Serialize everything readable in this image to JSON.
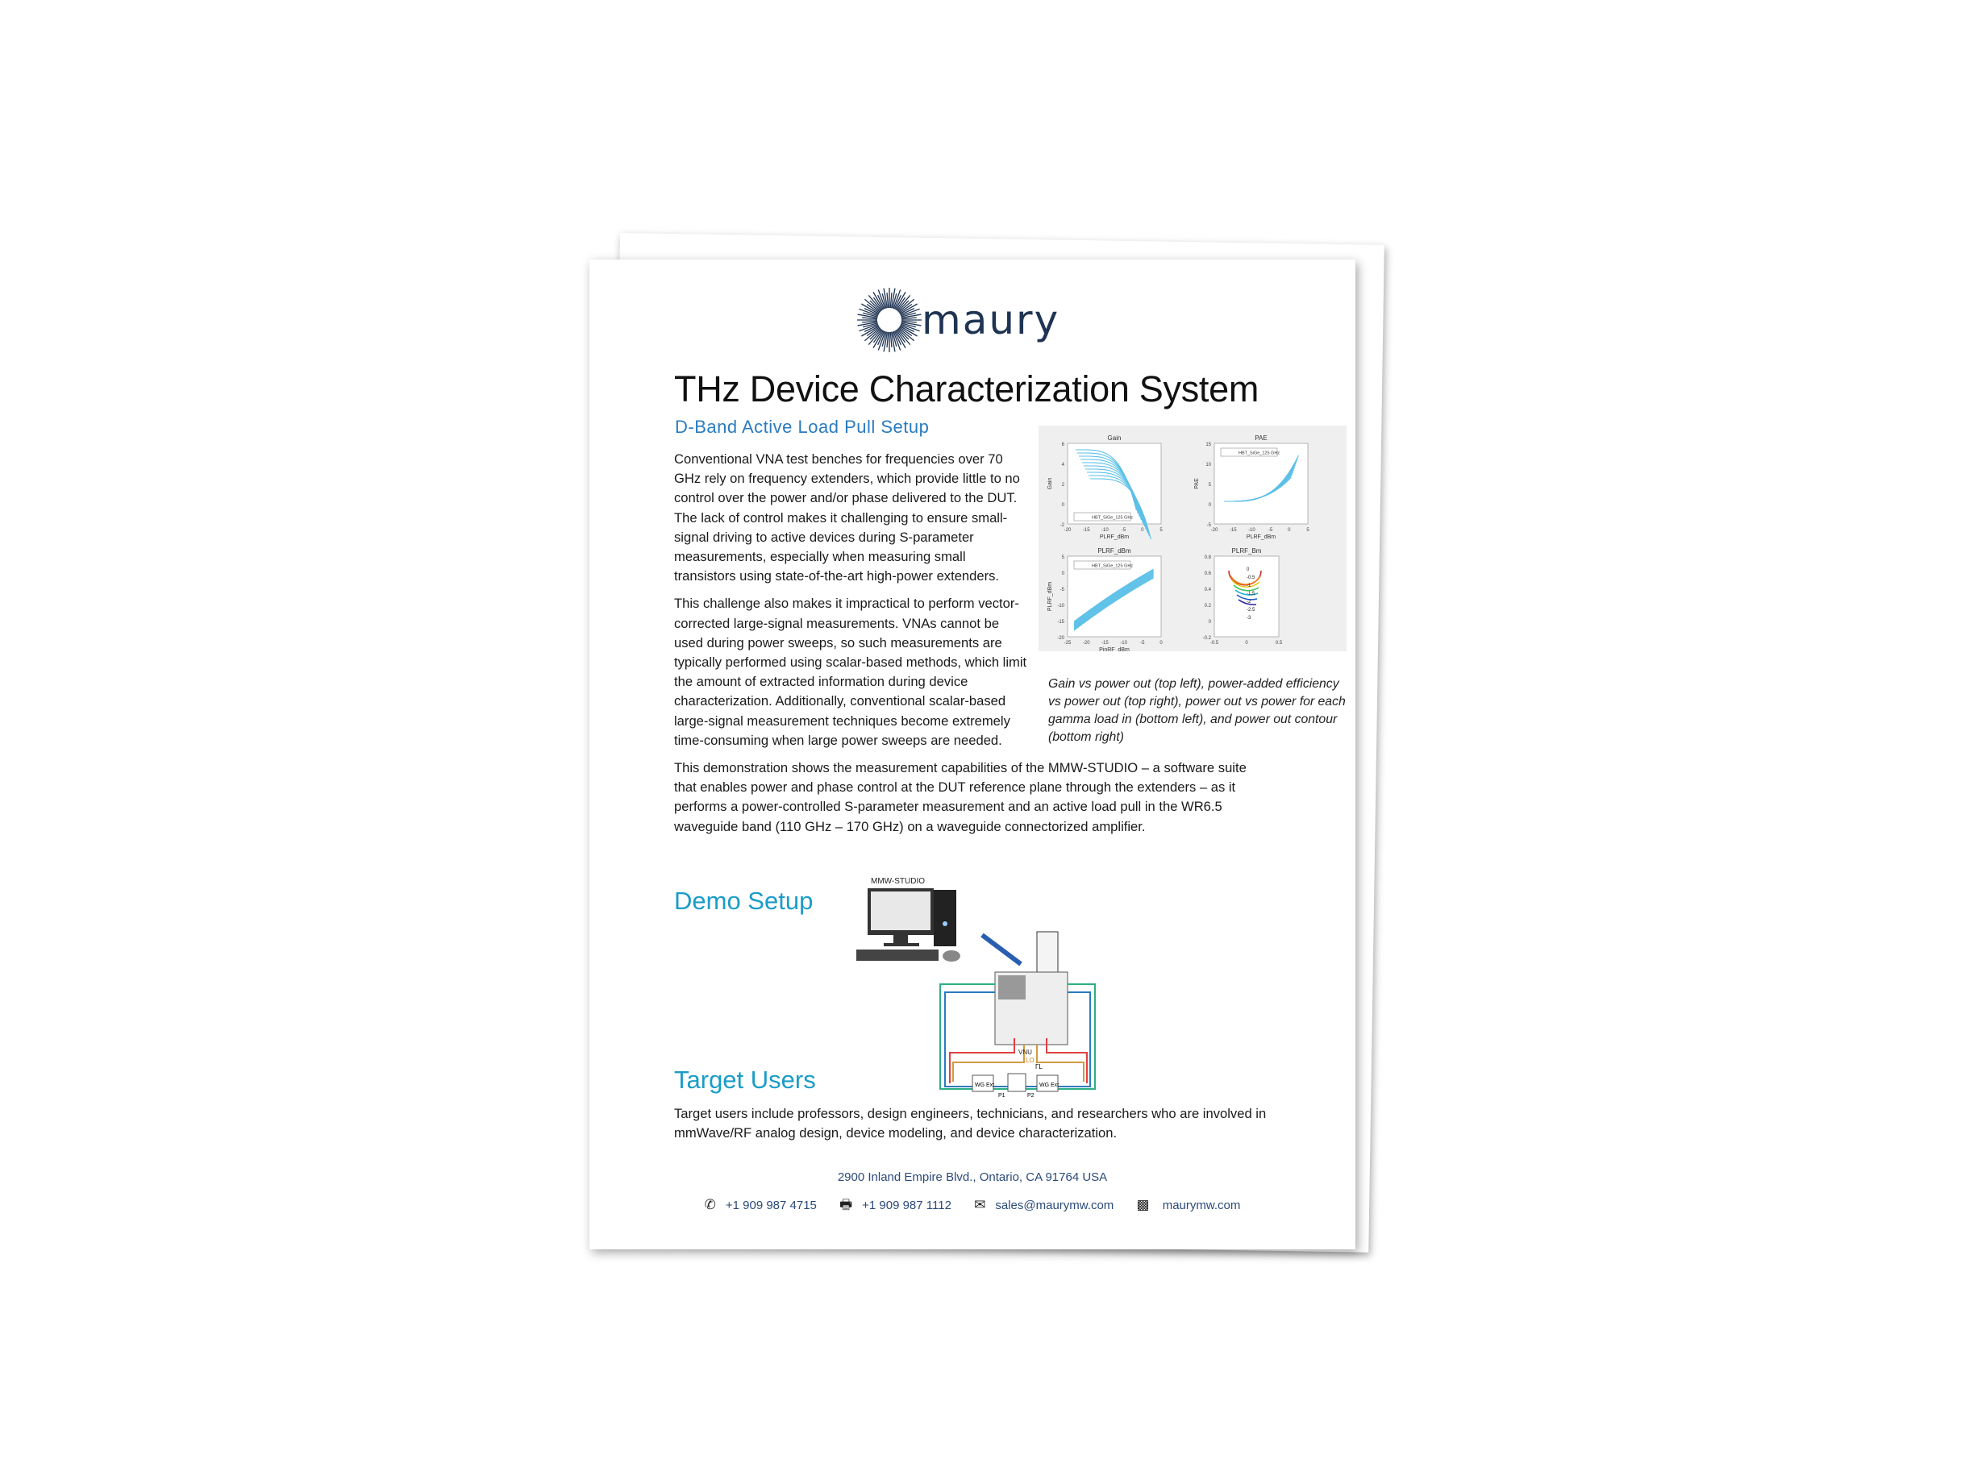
{
  "brand": {
    "name": "maury",
    "logo_color": "#1f3452"
  },
  "document": {
    "title": "THz Device Characterization System",
    "subtitle": "D-Band Active Load Pull Setup",
    "paragraphs": [
      "Conventional VNA test benches for frequencies over 70 GHz rely on frequency extenders, which provide little to no control over the power and/or phase delivered to the DUT. The lack of control makes it challenging to ensure small-signal driving to active devices during S-parameter measurements, especially when measuring small transistors using state-of-the-art high-power extenders.",
      "This challenge also makes it impractical to perform vector-corrected large-signal measurements. VNAs cannot be used during power sweeps, so such measurements are typically performed using scalar-based methods, which limit the amount of extracted information during device characterization. Additionally, conventional scalar-based large-signal measurement techniques become extremely time-consuming when large power sweeps are needed.",
      "This demonstration shows the measurement capabilities of the MMW-STUDIO – a software suite that enables power and phase control at the DUT reference plane through the extenders – as it performs a power-controlled S-parameter measurement and an active load pull in the WR6.5 waveguide band (110 GHz – 170 GHz) on a waveguide connectorized amplifier."
    ],
    "figure_caption": "Gain vs power out (top left), power-added efficiency vs power out (top right), power out vs power for each gamma load in (bottom left), and power out contour (bottom right)",
    "charts": [
      {
        "title": "Gain",
        "ylabel": "Gain",
        "xlabel": "PLRF_dBm",
        "legend": "HBT_SiGe_125 GHz",
        "xticks": [
          "-20",
          "-15",
          "-10",
          "-5",
          "0",
          "5"
        ],
        "yticks": [
          "6",
          "4",
          "2",
          "0",
          "-2"
        ]
      },
      {
        "title": "PAE",
        "ylabel": "PAE",
        "xlabel": "PLRF_dBm",
        "legend": "HBT_SiGe_125 GHz",
        "xticks": [
          "-20",
          "-15",
          "-10",
          "-5",
          "0",
          "5"
        ],
        "yticks": [
          "15",
          "10",
          "5",
          "0",
          "-5"
        ]
      },
      {
        "title": "PLRF_dBm",
        "ylabel": "PLRF_dBm",
        "xlabel": "PinRF_dBm",
        "legend": "HBT_SiGe_125 GHz",
        "xticks": [
          "-25",
          "-20",
          "-15",
          "-10",
          "-5",
          "0"
        ],
        "yticks": [
          "5",
          "0",
          "-5",
          "-10",
          "-15",
          "-20"
        ]
      },
      {
        "title": "PLRF_Bm",
        "ylabel": "",
        "xlabel": "",
        "legend": "",
        "xticks": [
          "-0.5",
          "0",
          "0.5"
        ],
        "yticks": [
          "0.8",
          "0.6",
          "0.4",
          "0.2",
          "0",
          "-0.2"
        ],
        "contour_labels": [
          "0",
          "-0.5",
          "-1",
          "-1.5",
          "-2",
          "-2.5",
          "-3"
        ]
      }
    ],
    "demo_heading": "Demo Setup",
    "diagram_labels": {
      "software": "MMW-STUDIO",
      "vnu": "VNU",
      "lo": "LO",
      "ext_left": "WG Ext",
      "ext_right": "WG Ext",
      "p1": "P1",
      "p2": "P2",
      "gamma": "ΓL"
    },
    "target_heading": "Target Users",
    "target_text": "Target users include professors, design engineers, technicians, and researchers who are involved in mmWave/RF analog design, device modeling, and device characterization.",
    "footer": {
      "address": "2900 Inland Empire Blvd., Ontario, CA 91764 USA",
      "phone": "+1 909 987 4715",
      "fax": "+1 909 987 1112",
      "email": "sales@maurymw.com",
      "website": "maurymw.com",
      "icons": [
        "phone-icon",
        "fax-icon",
        "email-icon",
        "web-icon"
      ]
    }
  },
  "colors": {
    "heading_blue": "#1a9cc8",
    "subtitle_blue": "#2a7bc0",
    "curve": "#5bc0e8",
    "panel_bg": "#efefef"
  }
}
